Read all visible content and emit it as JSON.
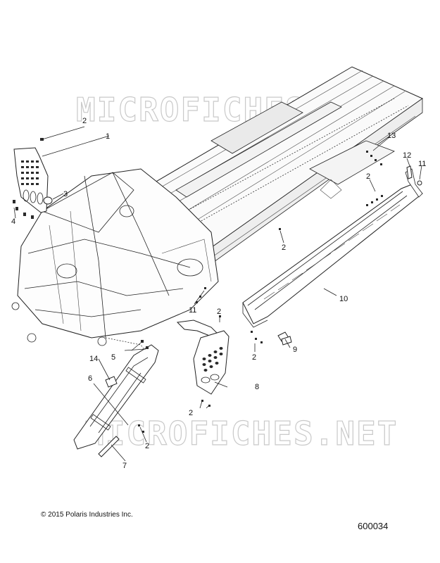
{
  "watermark": "MICROFICHES.NET",
  "copyright": "© 2015 Polaris Industries Inc.",
  "figure_number": "600034",
  "callouts": [
    {
      "id": "c1",
      "text": "1"
    },
    {
      "id": "c2a",
      "text": "2"
    },
    {
      "id": "c3",
      "text": "3"
    },
    {
      "id": "c4",
      "text": "4"
    },
    {
      "id": "c13",
      "text": "13"
    },
    {
      "id": "c12",
      "text": "12"
    },
    {
      "id": "c11a",
      "text": "11"
    },
    {
      "id": "c2b",
      "text": "2"
    },
    {
      "id": "c2c",
      "text": "2"
    },
    {
      "id": "c10",
      "text": "10"
    },
    {
      "id": "c11b",
      "text": "11"
    },
    {
      "id": "c2d",
      "text": "2"
    },
    {
      "id": "c9",
      "text": "9"
    },
    {
      "id": "c2e",
      "text": "2"
    },
    {
      "id": "c5",
      "text": "5"
    },
    {
      "id": "c14",
      "text": "14"
    },
    {
      "id": "c6",
      "text": "6"
    },
    {
      "id": "c8",
      "text": "8"
    },
    {
      "id": "c2f",
      "text": "2"
    },
    {
      "id": "c2g",
      "text": "2"
    },
    {
      "id": "c7",
      "text": "7"
    }
  ]
}
